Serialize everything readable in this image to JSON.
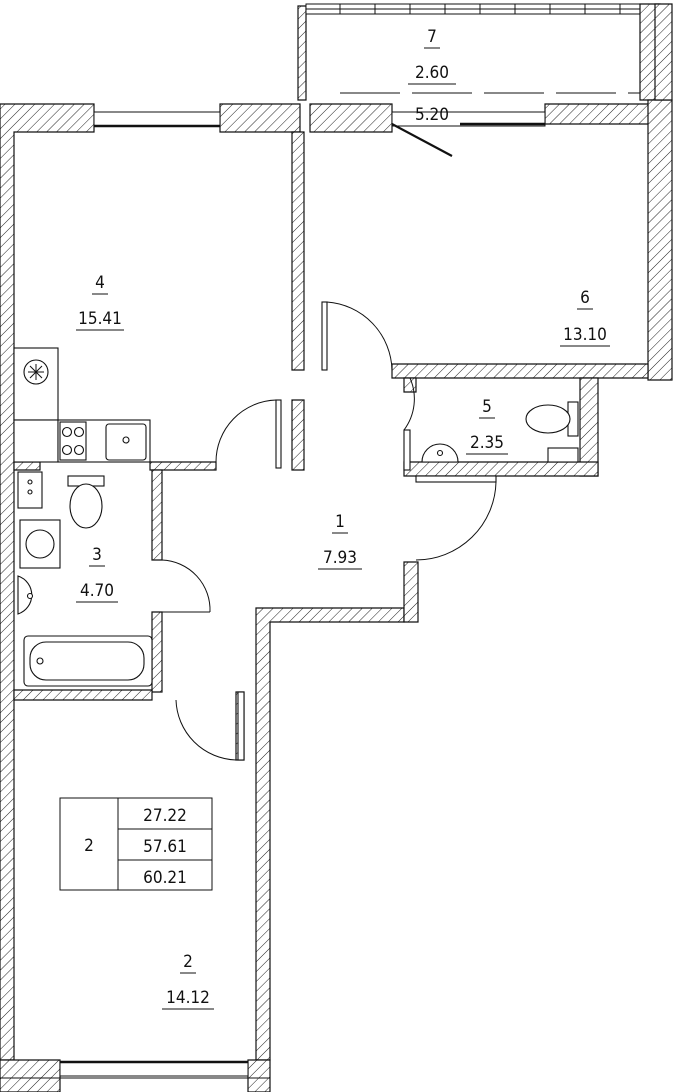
{
  "rooms": [
    {
      "id": "1",
      "number": "1",
      "area": "7.93"
    },
    {
      "id": "2",
      "number": "2",
      "area": "14.12"
    },
    {
      "id": "3",
      "number": "3",
      "area": "4.70"
    },
    {
      "id": "4",
      "number": "4",
      "area": "15.41"
    },
    {
      "id": "5",
      "number": "5",
      "area": "2.35"
    },
    {
      "id": "6",
      "number": "6",
      "area": "13.10"
    },
    {
      "id": "7",
      "number": "7",
      "area": "2.60"
    }
  ],
  "balcony_extra": "5.20",
  "summary": {
    "rooms_count": "2",
    "living_area": "27.22",
    "total_area": "57.61",
    "total_with_balcony": "60.21"
  }
}
